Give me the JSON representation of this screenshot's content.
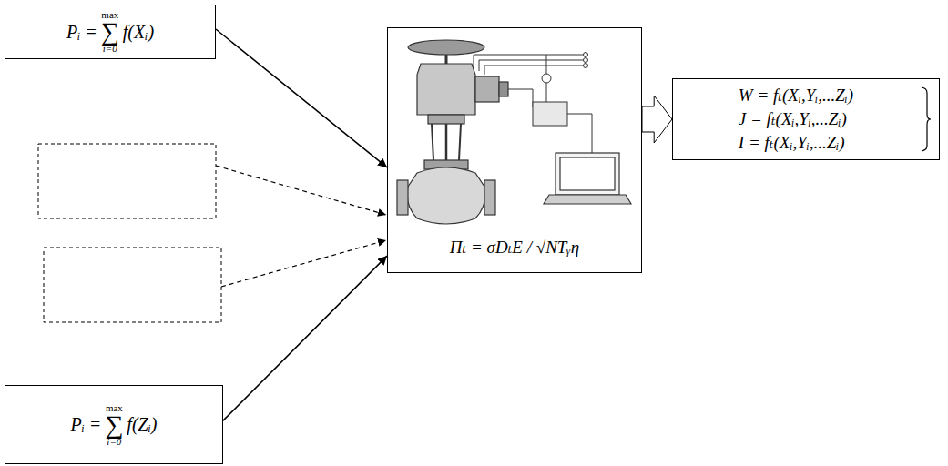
{
  "diagram": {
    "nodes": [
      {
        "text": [
          "Pᵢ =",
          "max",
          "∑",
          "i=0",
          "f(Xᵢ)"
        ]
      },
      {
        "text": [
          "Πₜ = σDₜE / √NTᵧη"
        ]
      },
      {
        "text": [
          "W = fₜ(Xᵢ,Yᵢ,...Zᵢ)",
          "J = fₜ(Xᵢ,Yᵢ,...Zᵢ)",
          "I = fₜ(Xᵢ,Yᵢ,...Zᵢ)"
        ]
      },
      {
        "text": [
          "Pᵢ =",
          "max",
          "∑",
          "i=0",
          "f(Zᵢ)"
        ]
      }
    ],
    "edges": [
      {
        "from": 0,
        "to": 1,
        "arrow": "to"
      },
      {
        "from": 3,
        "to": 1,
        "arrow": "to"
      },
      {
        "from": 1,
        "to": 2,
        "arrow": "to"
      }
    ]
  }
}
